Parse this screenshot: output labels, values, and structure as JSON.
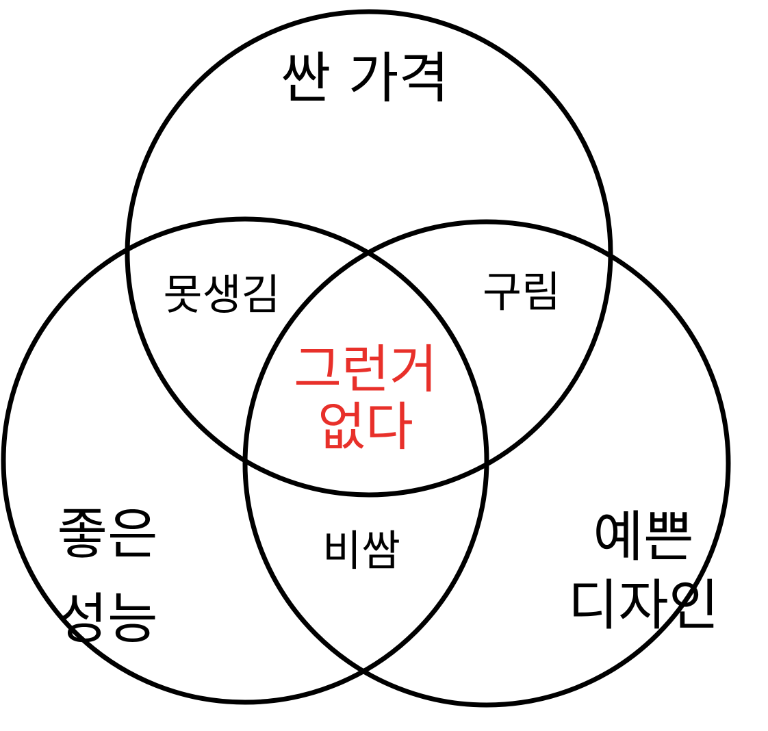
{
  "colors": {
    "background": "#ffffff",
    "outline": "#000000",
    "text": "#000000",
    "highlight": "#e8302a"
  },
  "diagram": {
    "type": "venn-3",
    "sets": {
      "top": "싼 가격",
      "left_line1": "좋은",
      "left_line2": "성능",
      "right_line1": "예쁜",
      "right_line2": "디자인"
    },
    "overlaps": {
      "top_left": "못생김",
      "top_right": "구림",
      "left_right": "비쌈"
    },
    "center": {
      "line1": "그런거",
      "line2": "없다"
    }
  }
}
